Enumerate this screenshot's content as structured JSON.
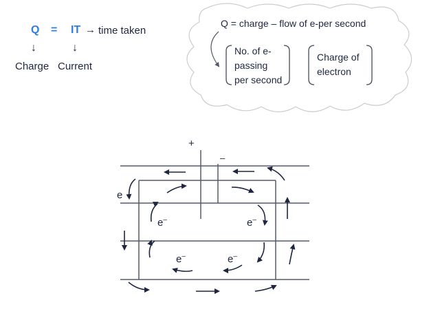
{
  "formula": {
    "q": "Q",
    "eq": "=",
    "it": "IT",
    "arrow": "→",
    "time_taken": "time taken",
    "down_arrow": "↓",
    "charge_label": "Charge",
    "current_label": "Current"
  },
  "cloud": {
    "definition": "Q = charge – flow of e-per second",
    "box1_lines": [
      "No. of e-",
      "passing",
      "per second"
    ],
    "box2_lines": [
      "Charge of",
      "electron"
    ]
  },
  "circuit": {
    "plus": "+",
    "minus": "–",
    "e_outer": "e",
    "electrons": [
      "e",
      "e",
      "e",
      "e"
    ],
    "superscript": "–"
  },
  "colors": {
    "accent": "#2f7de1",
    "ink": "#1f2740",
    "cloud_border": "#c9ccd3"
  }
}
